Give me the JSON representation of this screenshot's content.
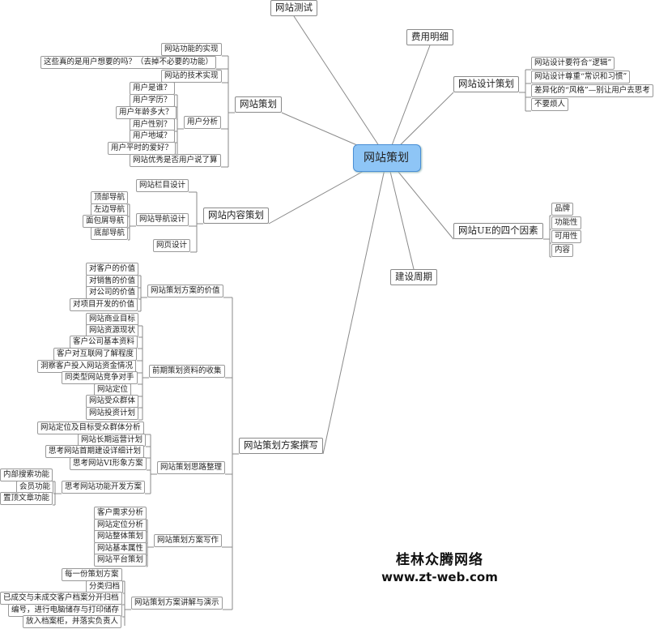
{
  "root": "网站策划",
  "branches": {
    "test": "网站测试",
    "cost": "费用明细",
    "design": {
      "label": "网站设计策划",
      "items": [
        "网站设计要符合“逻辑”",
        "网站设计尊重“常识和习惯”",
        "差异化的“风格”—别让用户去思考",
        "不要烦人"
      ]
    },
    "ue": {
      "label": "网站UE的四个因素",
      "items": [
        "品牌",
        "功能性",
        "可用性",
        "内容"
      ]
    },
    "cycle": "建设周期",
    "planning": {
      "label": "网站策划",
      "function": "网站功能的实现",
      "needs": "这些真的是用户想要的吗？（去掉不必要的功能）",
      "tech": "网站的技术实现",
      "user_analysis": {
        "label": "用户分析",
        "items": [
          "用户是谁？",
          "用户学历？",
          "用户年龄多大？",
          "用户性别？",
          "用户地域？",
          "用户平时的爱好？"
        ]
      },
      "excellent": "网站优秀是否用户说了算"
    },
    "content": {
      "label": "网站内容策划",
      "column": "网站栏目设计",
      "nav": {
        "label": "网站导航设计",
        "items": [
          "顶部导航",
          "左边导航",
          "面包屑导航",
          "底部导航"
        ]
      },
      "page": "网页设计"
    },
    "writing": {
      "label": "网站策划方案撰写",
      "value": {
        "label": "网站策划方案的价值",
        "items": [
          "对客户的价值",
          "对销售的价值",
          "对公司的价值",
          "对项目开发的价值"
        ]
      },
      "collect": {
        "label": "前期策划资料的收集",
        "items": [
          "网站商业目标",
          "网站资源现状",
          "客户公司基本资料",
          "客户对互联网了解程度",
          "洞察客户投入网站资金情况",
          "同类型网站竞争对手",
          "网站定位",
          "网站受众群体",
          "网站投资计划"
        ]
      },
      "thinking": {
        "label": "网站策划思路整理",
        "items": [
          "网站定位及目标受众群体分析",
          "网站长期运营计划",
          "思考网站首期建设详细计划",
          "思考网站VI形象方案"
        ],
        "func": {
          "label": "思考网站功能开发方案",
          "items": [
            "内部搜索功能",
            "会员功能",
            "置顶文章功能"
          ]
        }
      },
      "draft": {
        "label": "网站策划方案写作",
        "items": [
          "客户需求分析",
          "网站定位分析",
          "网站整体策划",
          "网站基本属性",
          "网站平台策划"
        ]
      },
      "present": {
        "label": "网站策划方案讲解与演示",
        "items": [
          "每一份策划方案",
          "分类归档",
          "已成交与未成交客户档案分开归档",
          "编号，进行电脑储存与打印储存",
          "放入档案柜，并落实负责人"
        ]
      }
    }
  },
  "brand": {
    "name": "桂林众腾网络",
    "url": "www.zt-web.com"
  }
}
